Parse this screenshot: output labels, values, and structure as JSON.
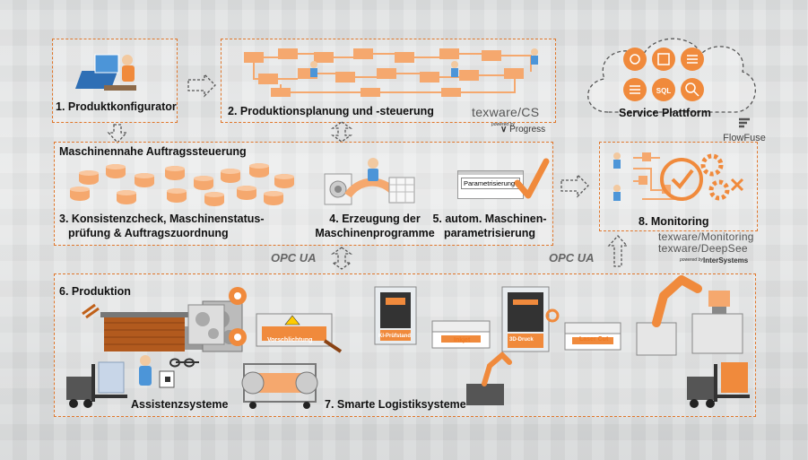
{
  "steps": {
    "s1": "1. Produktkonfigurator",
    "s2": "2. Produktionsplanung und -steuerung",
    "service": "Service Plattform",
    "section3": "Maschinennahe Auftragssteuerung",
    "s3_line1": "3. Konsistenzcheck, Maschinenstatus-",
    "s3_line2": "prüfung & Auftragszuordnung",
    "s4_line1": "4. Erzeugung der",
    "s4_line2": "Maschinenprogramme",
    "s5_line1": "5. autom. Maschinen-",
    "s5_line2": "parametrisierung",
    "s8": "8. Monitoring",
    "s6": "6. Produktion",
    "assist": "Assistenzsysteme",
    "s7": "7. Smarte Logistiksysteme"
  },
  "brands": {
    "texware_cs": "texware/CS",
    "powered_by": "powered by",
    "progress": "Progress",
    "flowfuse": "FlowFuse",
    "texware_monitoring": "texware/Monitoring",
    "texware_deepsee": "texware/DeepSee",
    "intersystems": "InterSystems",
    "opc_ua_left": "OPC UA",
    "opc_ua_right": "OPC UA"
  },
  "machine_labels": {
    "parametrisierung": "Parametrisierung",
    "vorschlichtung": "Vorschlichtung",
    "ki_pruefstand": "KI-Prüfstand",
    "inkjet": "Inkjet",
    "druck_3d": "3D-Druck",
    "laser_cut": "Laser Cut"
  },
  "service_icons": [
    "settings-icon",
    "chip-icon",
    "database-icon",
    "grid-icon",
    "sql-icon",
    "search-icon"
  ],
  "colors": {
    "accent": "#e0762a",
    "light_accent": "#f5a86e",
    "text": "#111111",
    "brand_gray": "#555555"
  }
}
